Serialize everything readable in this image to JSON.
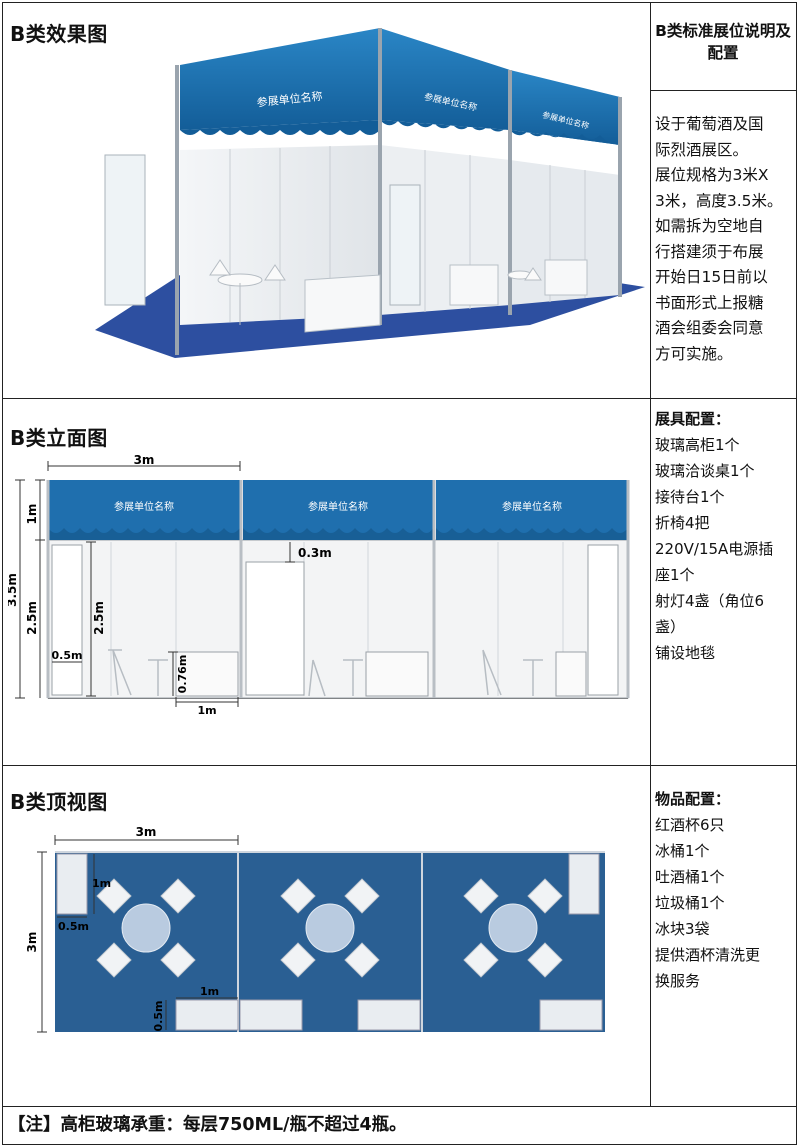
{
  "sections": {
    "effect_title": "B类效果图",
    "elevation_title": "B类立面图",
    "top_title": "B类顶视图"
  },
  "side": {
    "standard_heading": "B类标准展位说明及配置",
    "standard_lines": [
      "设于葡萄酒及国",
      "际烈酒展区。",
      "展位规格为3米X",
      "3米，高度3.5米。",
      "如需拆为空地自",
      "行搭建须于布展",
      "开始日15日前以",
      "书面形式上报糖",
      "酒会组委会同意",
      "方可实施。"
    ],
    "equipment_heading": "展具配置：",
    "equipment_items": [
      "玻璃高柜1个",
      "玻璃洽谈桌1个",
      "接待台1个",
      "折椅4把",
      "220V/15A电源插",
      "座1个",
      "射灯4盏（角位6",
      "盏）",
      "铺设地毯"
    ],
    "goods_heading": "物品配置：",
    "goods_items": [
      "红酒杯6只",
      "冰桶1个",
      "吐酒桶1个",
      "垃圾桶1个",
      "冰块3袋",
      "提供酒杯清洗更",
      "换服务"
    ]
  },
  "fascia": {
    "exhibitor_name": "参展单位名称"
  },
  "dimensions": {
    "width": "3m",
    "fascia_height": "1m",
    "total_height": "3.5m",
    "wall_height": "2.5m",
    "cabinet_gap": "0.3m",
    "cabinet_depth": "0.5m",
    "desk_height": "0.76m",
    "desk_width": "1m",
    "top_width": "3m",
    "top_depth": "3m",
    "top_cabinet_len": "1m",
    "top_cabinet_depth": "0.5m",
    "top_desk_width": "1m",
    "top_desk_depth": "0.5m"
  },
  "note": "【注】高柜玻璃承重：每层750ML/瓶不超过4瓶。",
  "colors": {
    "fascia_blue": "#1f6fae",
    "carpet_blue": "#2a5f93",
    "carpet_blue_3d": "#2d4fa0"
  }
}
